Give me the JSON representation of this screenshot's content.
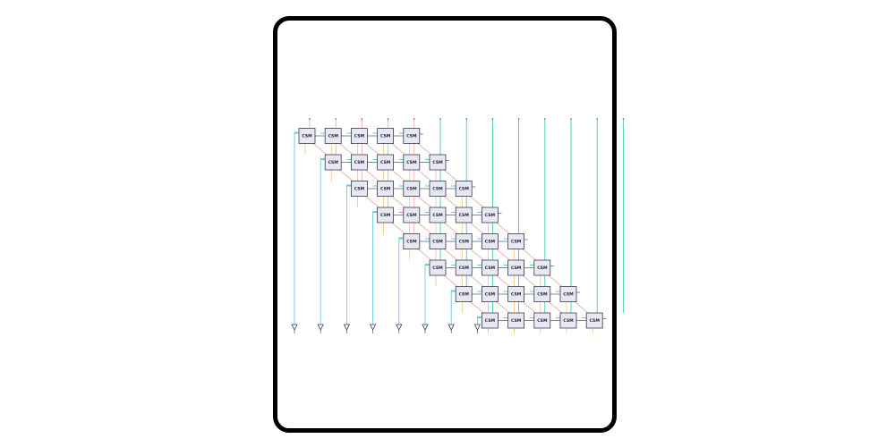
{
  "diagram": {
    "cell_label": "CSM",
    "colors": {
      "cell_fill": "#e8e8f4",
      "cell_stroke": "#3a3a4a",
      "carry_wire": "#5bc0de",
      "input_wire": "#2ec4a6",
      "sum_wire": "#f08a8a",
      "output_wire": "#f0b14a"
    },
    "rows": 8,
    "cells_per_row": 5
  }
}
